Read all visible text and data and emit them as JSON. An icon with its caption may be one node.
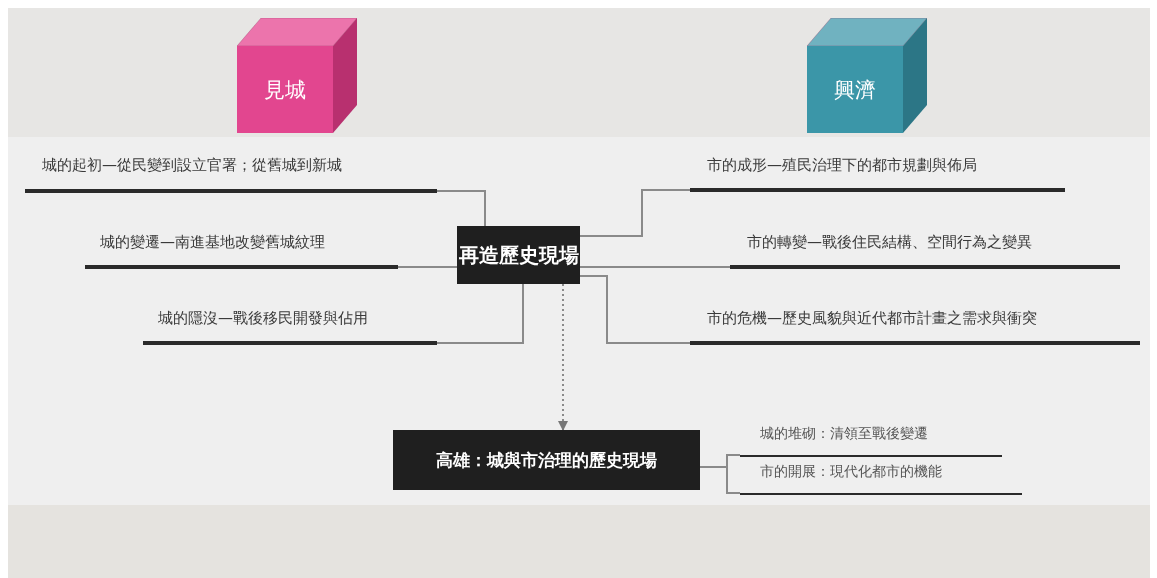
{
  "diagram": {
    "nodes": [
      {
        "text": [
          "見城"
        ]
      },
      {
        "text": [
          "興濟"
        ]
      },
      {
        "text": [
          "再造歷史現場"
        ]
      },
      {
        "text": [
          "城的起初—從民變到設立官署；從舊城到新城"
        ]
      },
      {
        "text": [
          "城的變遷—南進基地改變舊城紋理"
        ]
      },
      {
        "text": [
          "城的隱沒—戰後移民開發與佔用"
        ]
      },
      {
        "text": [
          "市的成形—殖民治理下的都市規劃與佈局"
        ]
      },
      {
        "text": [
          "市的轉變—戰後住民結構、空間行為之變異"
        ]
      },
      {
        "text": [
          "市的危機—歷史風貌與近代都市計畫之需求與衝突"
        ]
      },
      {
        "text": [
          "高雄：城與市治理的歷史現場"
        ]
      },
      {
        "text": [
          "城的堆砌：清領至戰後變遷"
        ]
      },
      {
        "text": [
          "市的開展：現代化都市的機能"
        ]
      }
    ],
    "edges": [
      {
        "from": 2,
        "to": 3,
        "arrow": "none"
      },
      {
        "from": 2,
        "to": 4,
        "arrow": "none"
      },
      {
        "from": 2,
        "to": 5,
        "arrow": "none"
      },
      {
        "from": 2,
        "to": 6,
        "arrow": "none"
      },
      {
        "from": 2,
        "to": 7,
        "arrow": "none"
      },
      {
        "from": 2,
        "to": 8,
        "arrow": "none"
      },
      {
        "from": 2,
        "to": 9,
        "arrow": "to",
        "style": "dashed"
      },
      {
        "from": 9,
        "to": 10,
        "arrow": "none"
      },
      {
        "from": 9,
        "to": 11,
        "arrow": "none"
      }
    ]
  }
}
